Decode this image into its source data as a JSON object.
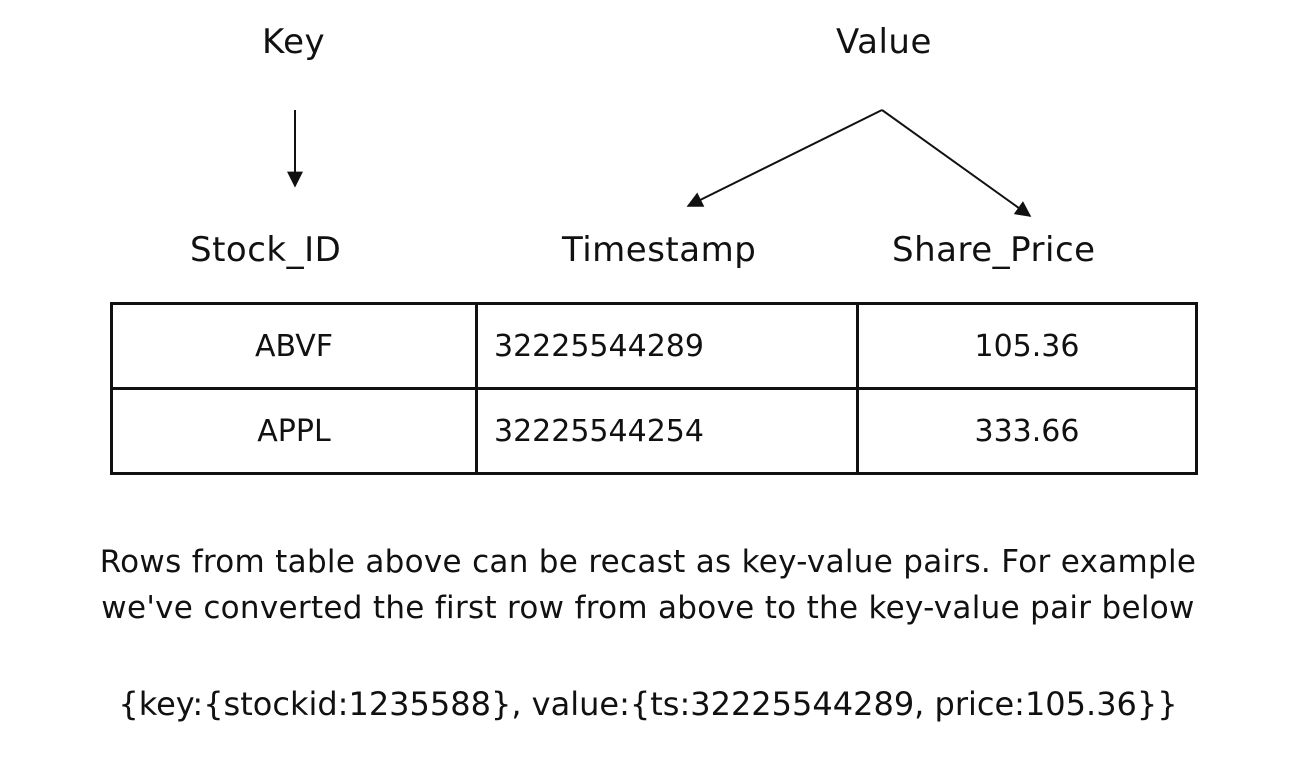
{
  "top_labels": {
    "key": "Key",
    "value": "Value"
  },
  "columns": [
    "Stock_ID",
    "Timestamp",
    "Share_Price"
  ],
  "rows": [
    [
      "ABVF",
      "32225544289",
      "105.36"
    ],
    [
      "APPL",
      "32225544254",
      "333.66"
    ]
  ],
  "caption": {
    "line1": "Rows from table above can be recast as key-value pairs. For example",
    "line2": "we've converted the first row from above to the key-value pair below"
  },
  "example": "{key:{stockid:1235588}, value:{ts:32225544289, price:105.36}}"
}
